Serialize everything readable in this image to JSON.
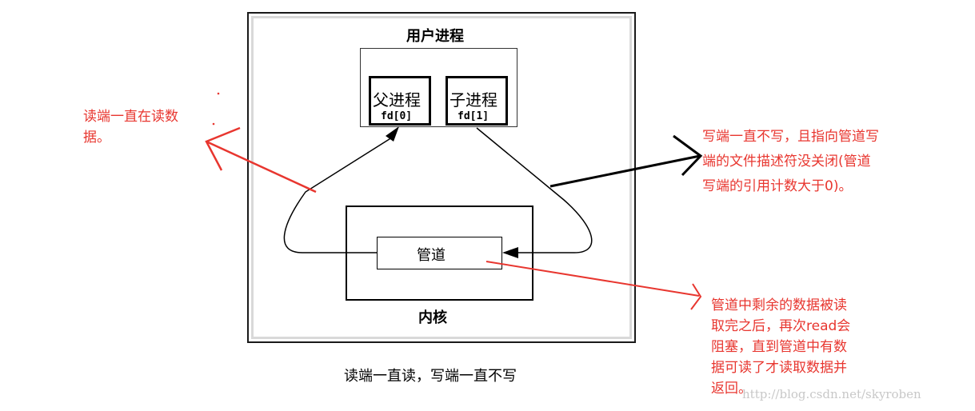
{
  "diagram": {
    "user_process_label": "用户进程",
    "parent_process_label": "父进程",
    "parent_fd_label": "fd[0]",
    "child_process_label": "子进程",
    "child_fd_label": "fd[1]",
    "pipe_label": "管道",
    "kernel_label": "内核",
    "caption": "读端一直读，写端一直不写"
  },
  "annotations": {
    "read_end_note": [
      "读端一直在读数",
      "据。"
    ],
    "write_end_note": [
      "写端一直不写，且指向管道写",
      "端的文件描述符没关闭(管道",
      "写端的引用计数大于0)。"
    ],
    "pipe_note": [
      "管道中剩余的数据被读",
      "取完之后，再次read会",
      "阻塞，直到管道中有数",
      "据可读了才读取数据并",
      "返回。"
    ]
  },
  "watermark": "http://blog.csdn.net/skyroben",
  "colors": {
    "annotation": "#e8362f",
    "line": "#000000",
    "frame_shadow": "#d9d9d9"
  }
}
